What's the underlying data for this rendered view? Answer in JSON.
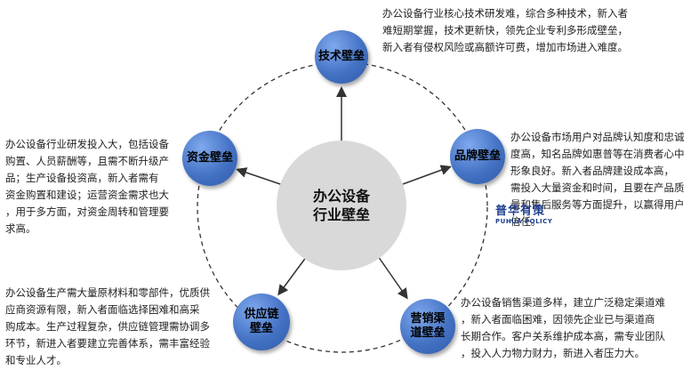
{
  "center": {
    "line1": "办公设备",
    "line2": "行业壁垒"
  },
  "barriers": {
    "tech": {
      "label": "技术壁垒",
      "desc": [
        "办公设备行业核心技术研发难，综合多种技术，新入者",
        "难短期掌握，技术更新快，领先企业专利多形成壁垒，",
        "新入者有侵权风险或高额许可费，增加市场进入难度。"
      ]
    },
    "brand": {
      "label": "品牌壁垒",
      "desc": [
        "办公设备市场用户对品牌认知度和忠诚",
        "度高，知名品牌如惠普等在消费者心中",
        "形象良好。新入者品牌建设成本高，",
        "需投入大量资金和时间，且要在产品质",
        "量和售后服务等方面提升，以赢得用户",
        "信任。"
      ]
    },
    "capital": {
      "label": "资金壁垒",
      "desc": [
        "办公设备行业研发投入大，包括设备",
        "购置、人员薪酬等，且需不断升级产",
        "品；生产设备投资高，新入者需有",
        "资金购置和建设；运营资金需求也大",
        "，用于多方面，对资金周转和管理要",
        "求高。"
      ]
    },
    "supply": {
      "label_line1": "供应链",
      "label_line2": "壁垒",
      "desc": [
        "办公设备生产需大量原材料和零部件，优质供",
        "应商资源有限，新入者面临选择困难和高采",
        "购成本。生产过程复杂，供应链管理需协调多",
        "环节，新进入者要建立完善体系，需丰富经验",
        "和专业人才。"
      ]
    },
    "channel": {
      "label_line1": "营销渠",
      "label_line2": "道壁垒",
      "desc": [
        "办公设备销售渠道多样，建立广泛稳定渠道难",
        "，新入者面临困难，因领先企业已与渠道商",
        "长期合作。客户关系维护成本高，需专业团队",
        "，投入人力物力财力，新进入者压力大。"
      ]
    }
  },
  "watermark": {
    "cn": "普华有策",
    "en": "PUHUA POLICY"
  },
  "colors": {
    "bubble": "#4472c4",
    "center": "#d9d9d9",
    "arrow": "#333333"
  }
}
